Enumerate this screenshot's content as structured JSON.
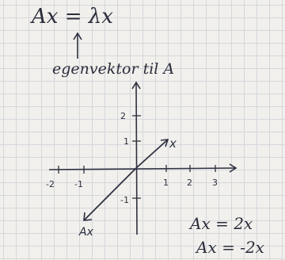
{
  "top_equation": "Ax = λx",
  "annotation": "egenvektor til A",
  "graph": {
    "x_ticks": [
      "-2",
      "-1",
      "1",
      "2",
      "3"
    ],
    "y_ticks": [
      "2",
      "1",
      "-1"
    ],
    "vector_x_label": "x",
    "vector_ax_label": "Ax"
  },
  "bottom_equations": [
    "Ax = 2x",
    "Ax = -2x"
  ]
}
